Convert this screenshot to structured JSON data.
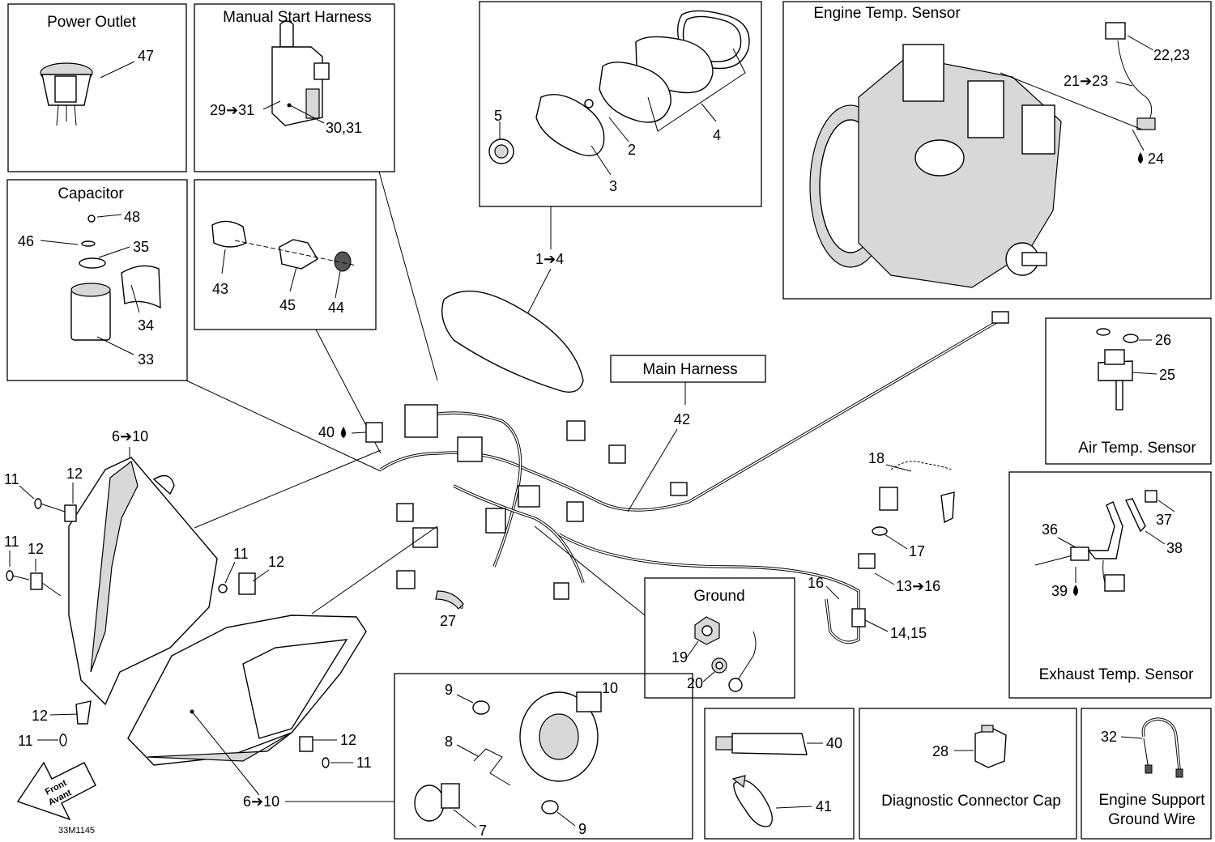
{
  "panels": {
    "power_outlet": "Power Outlet",
    "manual_start_harness": "Manual Start Harness",
    "engine_temp_sensor": "Engine Temp. Sensor",
    "capacitor": "Capacitor",
    "main_harness": "Main Harness",
    "air_temp_sensor": "Air Temp. Sensor",
    "exhaust_temp_sensor": "Exhaust Temp. Sensor",
    "ground": "Ground",
    "diagnostic_connector_cap": "Diagnostic Connector Cap",
    "engine_support_ground_wire_1": "Engine Support",
    "engine_support_ground_wire_2": "Ground Wire"
  },
  "callouts": {
    "c47": "47",
    "c29_31": "29➔31",
    "c30_31": "30,31",
    "c5": "5",
    "c2": "2",
    "c3": "3",
    "c4": "4",
    "c1_4": "1➔4",
    "c22_23": "22,23",
    "c21_23": "21➔23",
    "c24": "24",
    "c48": "48",
    "c46": "46",
    "c35": "35",
    "c34": "34",
    "c33": "33",
    "c43": "43",
    "c45": "45",
    "c44": "44",
    "c42": "42",
    "c40a": "40",
    "c6_10a": "6➔10",
    "c11a": "11",
    "c12a": "12",
    "c11b": "11",
    "c12b": "12",
    "c11c": "11",
    "c12c": "12",
    "c12d": "12",
    "c11d": "11",
    "c12e": "12",
    "c11e": "11",
    "c6_10b": "6➔10",
    "c27": "27",
    "c18": "18",
    "c17": "17",
    "c16": "16",
    "c13_16": "13➔16",
    "c14_15": "14,15",
    "c26": "26",
    "c25": "25",
    "c36": "36",
    "c37": "37",
    "c38": "38",
    "c39": "39",
    "c19": "19",
    "c20": "20",
    "c9a": "9",
    "c10": "10",
    "c8": "8",
    "c7": "7",
    "c9b": "9",
    "c40b": "40",
    "c41": "41",
    "c28": "28",
    "c32": "32"
  },
  "front_arrow": {
    "line1": "Front",
    "line2": "Avant"
  },
  "figure_code": "33M1145",
  "icons": {
    "fluid_drop": "drop-icon"
  }
}
